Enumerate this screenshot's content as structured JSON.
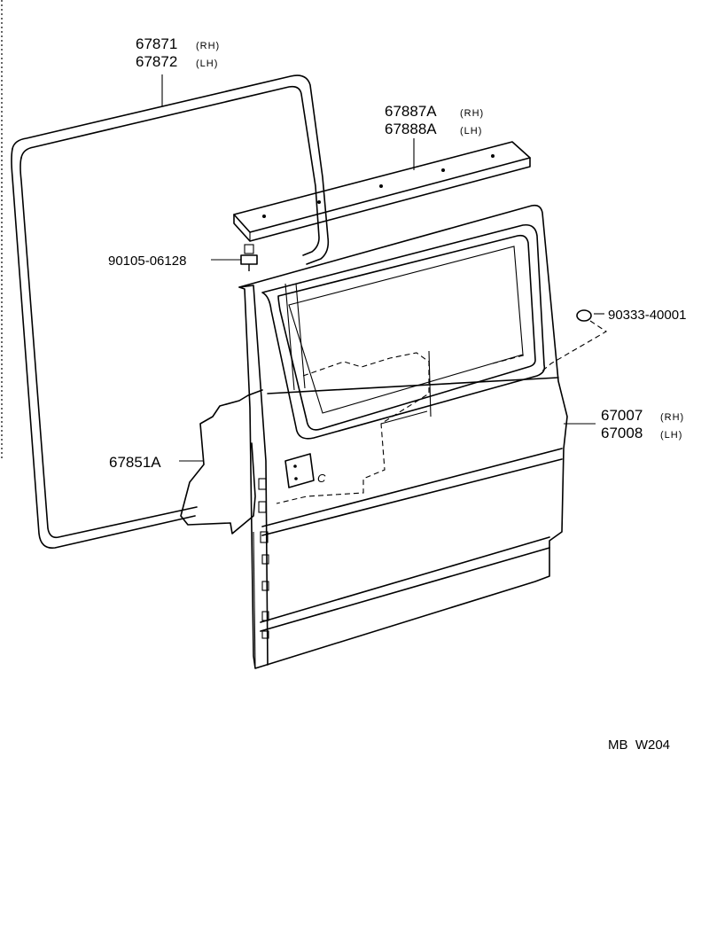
{
  "callouts": {
    "weatherstrip": {
      "part_rh": "67871",
      "suffix_rh": "(RH)",
      "part_lh": "67872",
      "suffix_lh": "(LH)"
    },
    "rail": {
      "part_rh": "67887A",
      "suffix_rh": "(RH)",
      "part_lh": "67888A",
      "suffix_lh": "(LH)"
    },
    "bolt": {
      "part": "90105-06128"
    },
    "plug": {
      "part": "90333-40001"
    },
    "door_panel": {
      "part_rh": "67007",
      "suffix_rh": "(RH)",
      "part_lh": "67008",
      "suffix_lh": "(LH)"
    },
    "service_hole_cover": {
      "part": "67851A"
    },
    "ref_letter": "C"
  },
  "footer": {
    "code": "MB  W204"
  }
}
